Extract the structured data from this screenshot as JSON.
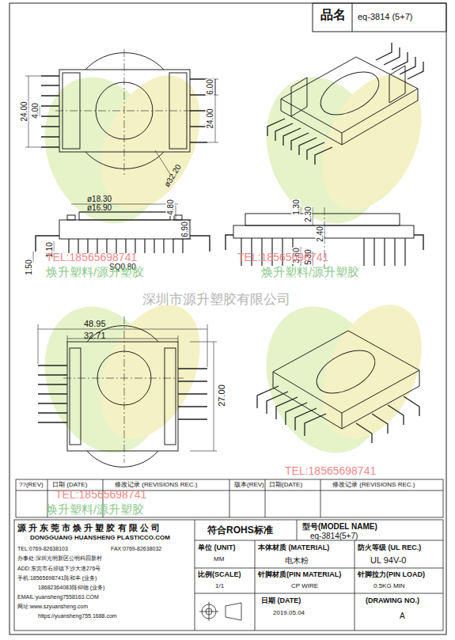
{
  "diagram": {
    "labels": [
      "品名",
      "eq-3814 (5+7)",
      "24.00",
      "4.00",
      "ø32.20",
      "6.00",
      "24.00",
      "ø18.30",
      "ø16.90",
      "4.80",
      "6.90",
      "1.50",
      "1.10",
      "SQ0.80",
      "1.30",
      "2.30",
      "2.40",
      "3.80",
      "5.30",
      "48.95",
      "32.71",
      "27.00",
      "TEL:18565698741",
      "焕升塑料/源升塑胶",
      "深圳市源升塑胶有限公司",
      "TEL:18565698741",
      "焕升塑料/源升塑胶",
      "TEL:18565698741",
      "TEL:18565698741",
      "焕升塑料/源升塑胶",
      "??(REV)",
      "日期 (DATE)",
      "修改记录 (REVISIONS REC.)",
      "版本(REV)",
      "日期(DATE)",
      "修改记录 (REVISIONS REC.)",
      "源 升 东 莞 市 焕 升 塑 胶 有 限 公 司",
      "DONGGUANG HUANSHENG PLASTICCO.COM",
      "TEL:0769-82638103",
      "FAX:0769-82638032",
      "办事处:深圳光明新区公明科园新村",
      "ADD:东莞市石排镇下沙大道276号",
      "手机:18565698741陈和丰 (业务)",
      "18682364083陈仰德 (业务)",
      "EMAIL:yuansheng7558163.COM",
      "网址:www.szyuansheng.com",
      "https://yuansheng755.1688.com",
      "符合ROHS标准",
      "型号(MODEL NAME)",
      "eq-3814(5+7)",
      "单位 (UNIT)",
      "MM",
      "本体材质 (MATERIAL)",
      "电木粉",
      "防火等级 (UL REC.)",
      "UL 94V-0",
      "比例(SCALE)",
      "1/1",
      "针脚材质(PIN MATERIAL)",
      "CP WIRE",
      "针脚拉力(PIN LOAD)",
      "0.5KG MIN",
      "日期 (DATE)",
      "2019.05.04",
      "(DRAWING NO.)",
      "A"
    ]
  }
}
